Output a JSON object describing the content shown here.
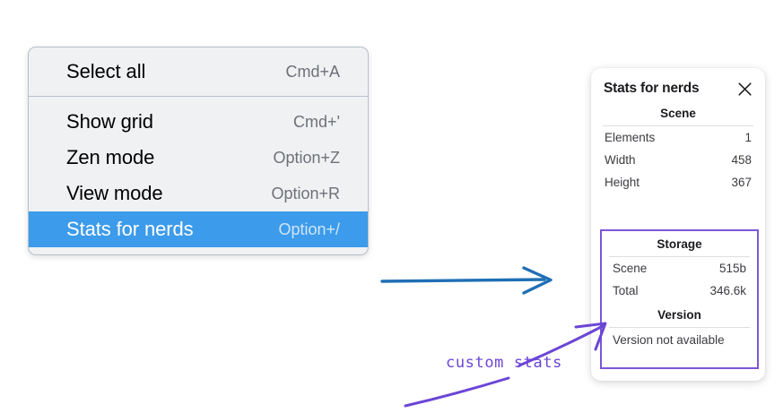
{
  "context_menu": {
    "groups": [
      {
        "items": [
          {
            "label": "Select all",
            "shortcut": "Cmd+A",
            "selected": false
          }
        ]
      },
      {
        "items": [
          {
            "label": "Show grid",
            "shortcut": "Cmd+'",
            "selected": false
          },
          {
            "label": "Zen mode",
            "shortcut": "Option+Z",
            "selected": false
          },
          {
            "label": "View mode",
            "shortcut": "Option+R",
            "selected": false
          },
          {
            "label": "Stats for nerds",
            "shortcut": "Option+/",
            "selected": true
          }
        ]
      }
    ],
    "highlight_color": "#3c9bea",
    "background_color": "#f0f1f3"
  },
  "stats_panel": {
    "title": "Stats for nerds",
    "close_icon": "close-icon",
    "scene": {
      "heading": "Scene",
      "rows": [
        {
          "label": "Elements",
          "value": "1"
        },
        {
          "label": "Width",
          "value": "458"
        },
        {
          "label": "Height",
          "value": "367"
        }
      ]
    },
    "storage": {
      "heading": "Storage",
      "rows": [
        {
          "label": "Scene",
          "value": "515b"
        },
        {
          "label": "Total",
          "value": "346.6k"
        }
      ]
    },
    "version": {
      "heading": "Version",
      "text": "Version not available"
    },
    "highlight_border_color": "#7d56d8"
  },
  "annotations": {
    "custom_stats_label": "custom stats",
    "purple_color": "#6b46d6",
    "blue_arrow_color": "#1f6fb5"
  }
}
